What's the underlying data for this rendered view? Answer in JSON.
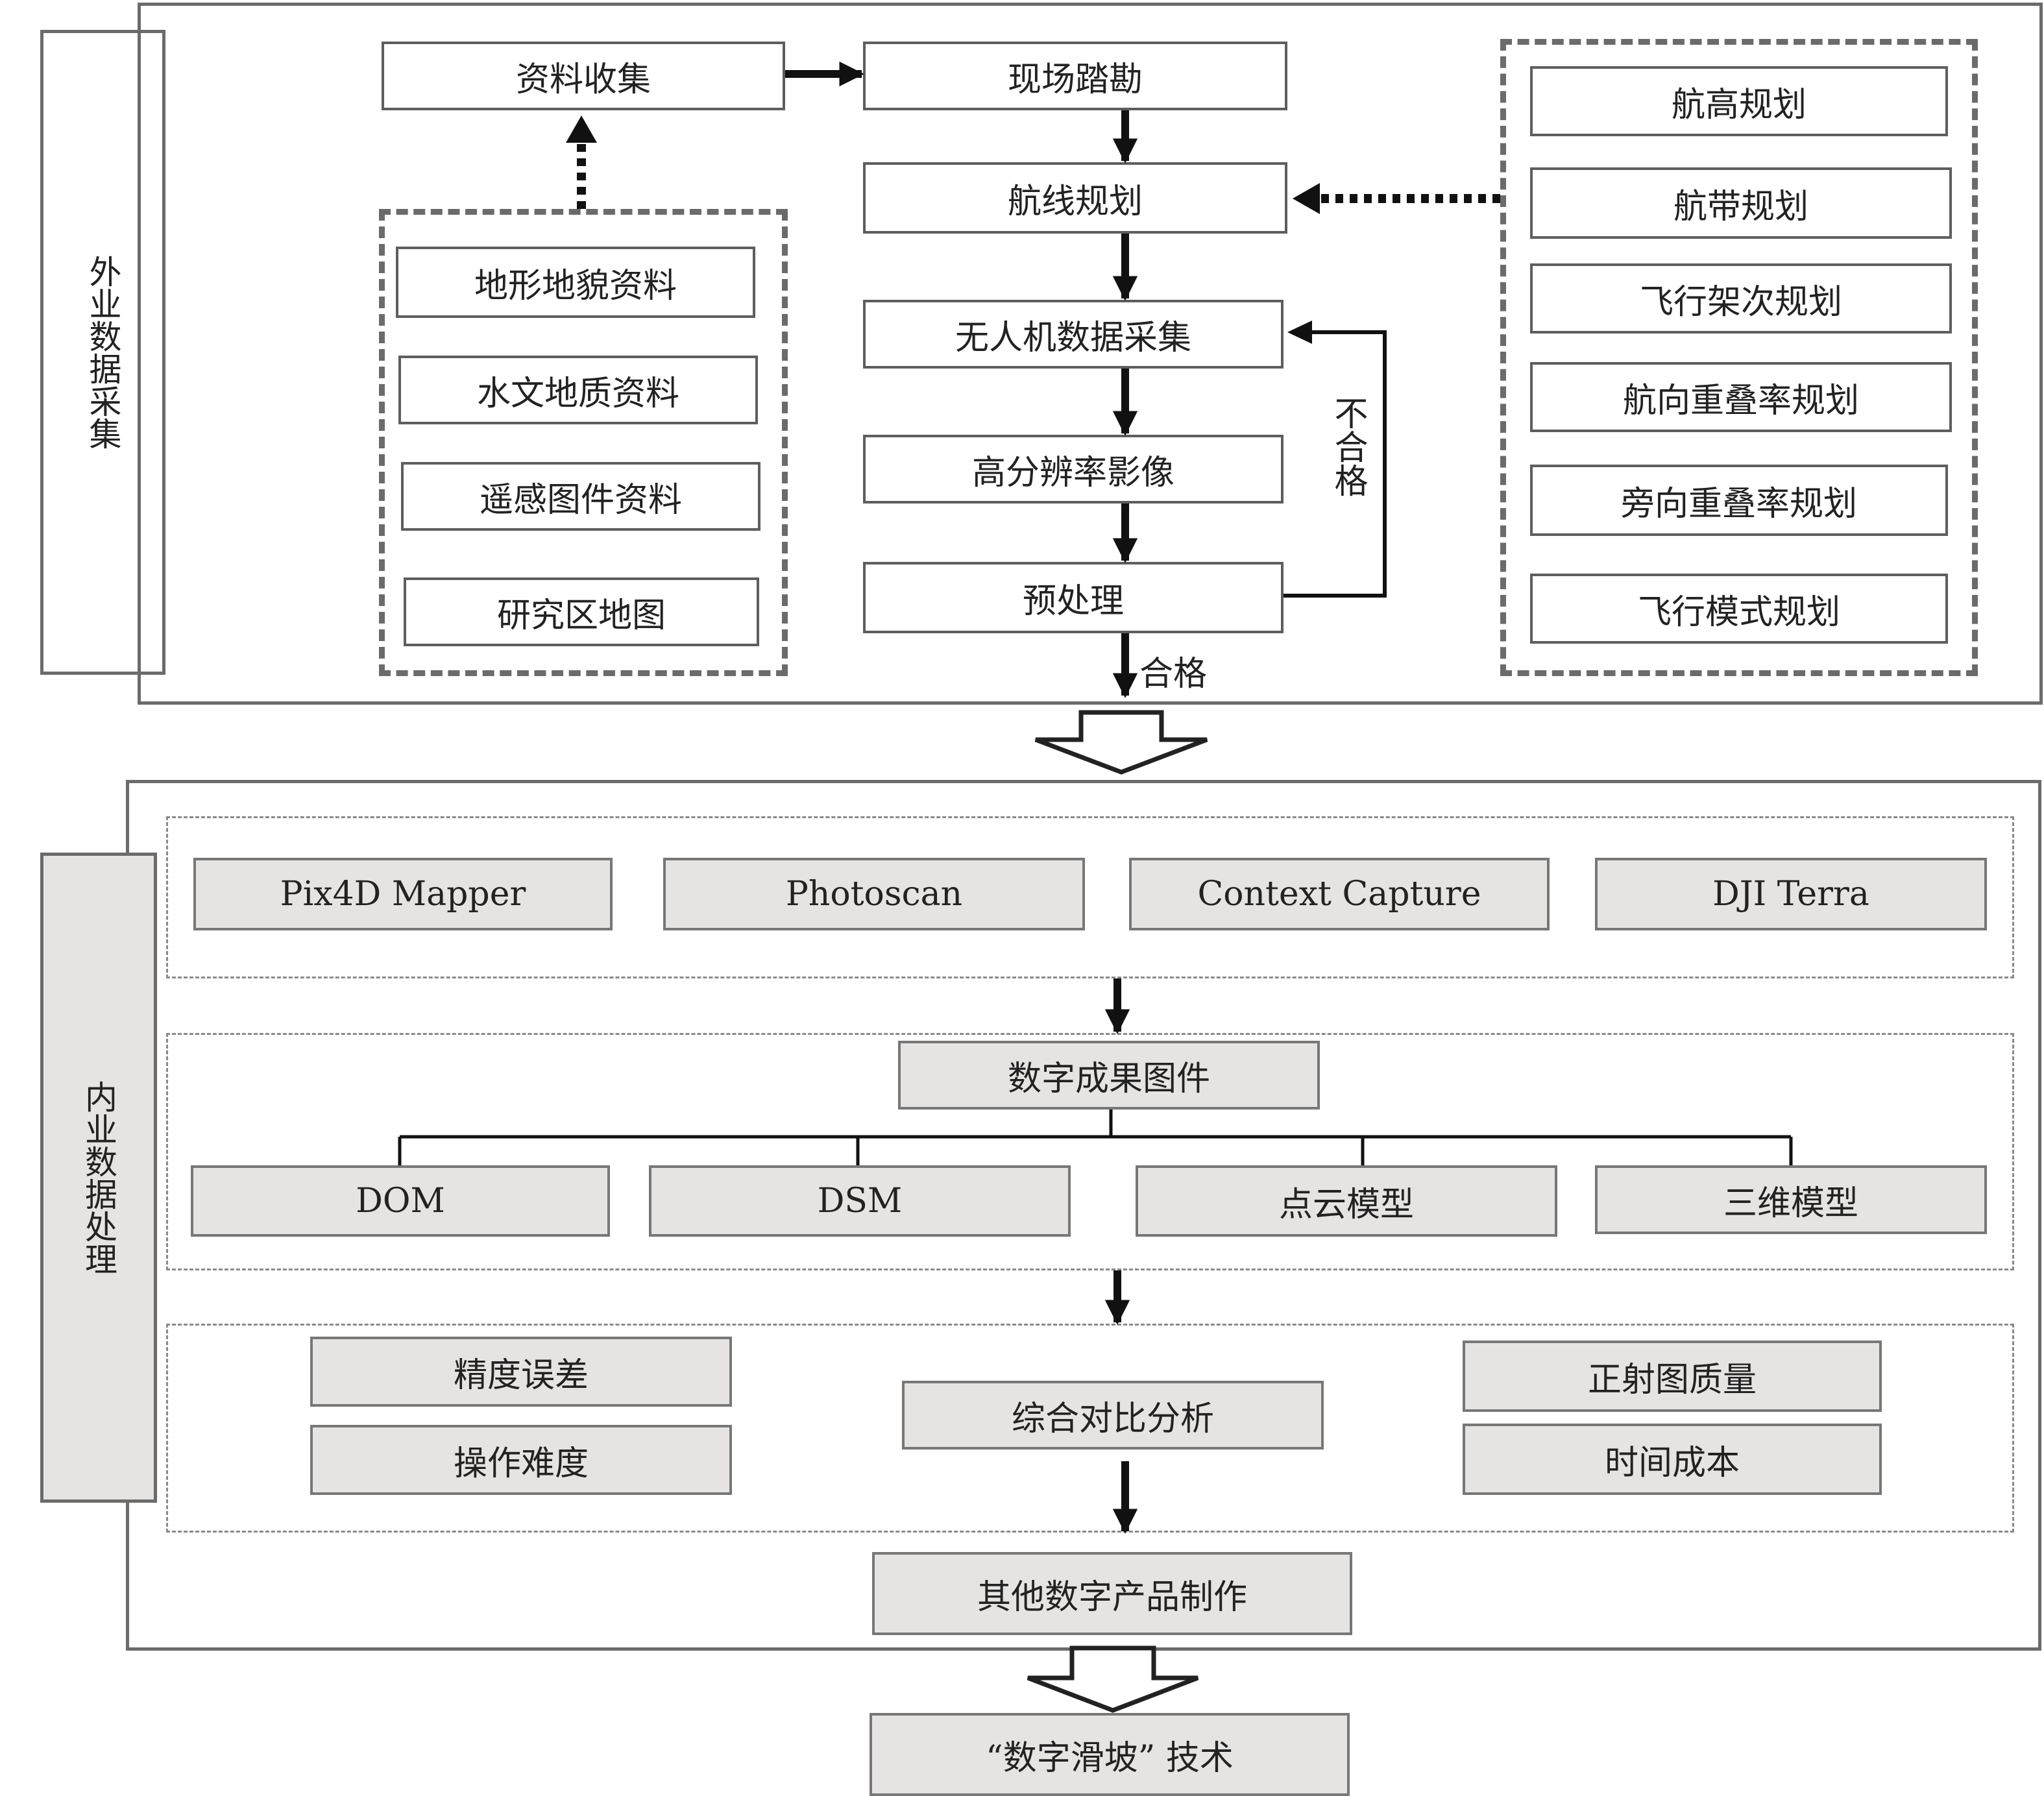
{
  "field_stage": {
    "label": "外业数据采集",
    "material_collection": "资料收集",
    "site_survey": "现场踏勘",
    "route_planning": "航线规划",
    "uav_acquisition": "无人机数据采集",
    "high_res_image": "高分辨率影像",
    "preprocessing": "预处理",
    "unqualified": "不合格",
    "qualified": "合格",
    "materials": [
      "地形地貌资料",
      "水文地质资料",
      "遥感图件资料",
      "研究区地图"
    ],
    "planning_items": [
      "航高规划",
      "航带规划",
      "飞行架次规划",
      "航向重叠率规划",
      "旁向重叠率规划",
      "飞行模式规划"
    ]
  },
  "office_stage": {
    "label": "内业数据处理",
    "software": [
      "Pix4D Mapper",
      "Photoscan",
      "Context Capture",
      "DJI Terra"
    ],
    "digital_results": "数字成果图件",
    "products": [
      "DOM",
      "DSM",
      "点云模型",
      "三维模型"
    ],
    "compare_left": [
      "精度误差",
      "操作难度"
    ],
    "compare_center": "综合对比分析",
    "compare_right": [
      "正射图质量",
      "时间成本"
    ],
    "other_products": "其他数字产品制作"
  },
  "final": "“数字滑坡” 技术"
}
